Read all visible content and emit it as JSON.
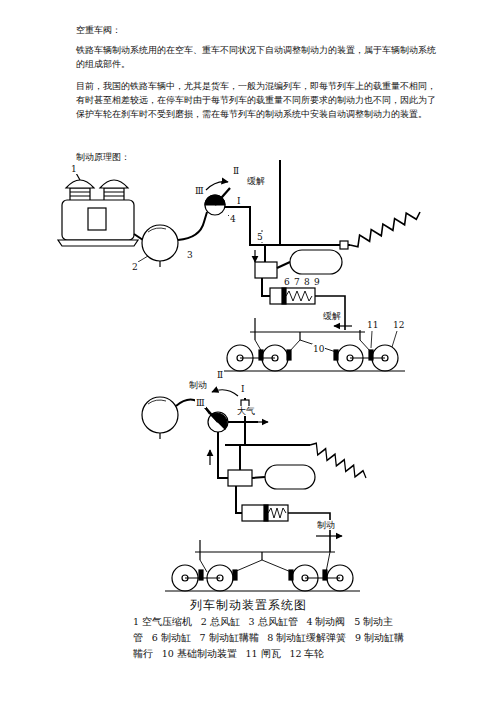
{
  "diagram": {
    "title": "空重车阀：",
    "caption": "列车制动装置系统图",
    "labels": [
      "铁路车辆制动系统用的在空车、重车不同状况下自动调整制动力的装置，属于车辆制动系统的组成部件。",
      "目前，我国的铁路车辆中，尤其是货车，一般为混编列车，即每节列车上的载重量不相同，有时甚至相差较远，在停车时由于每节列车的载重量不同所要求的制动力也不同，因此为了保护车轮在刹车时不受到磨损，需在每节列车的制动系统中安装自动调整制动力的装置。",
      "制动原理图：",
      "1",
      "Ⅱ",
      "缓解",
      "Ⅲ",
      "Ⅰ",
      "4",
      "2",
      "3",
      "5",
      "6",
      "7",
      "8",
      "9",
      "缓解",
      "10",
      "11",
      "12",
      "制动",
      "Ⅱ",
      "Ⅲ",
      "Ⅰ",
      "大气",
      "制动",
      "1 空气压缩机",
      "2 总风缸",
      "3 总风缸管",
      "4 制动阀",
      "5 制动主管",
      "6 制动缸",
      "7 制动缸鞲鞴",
      "8 制动缸缓解弹簧",
      "9 制动缸鞲鞴行",
      "10 基础制动装置",
      "11 闸瓦",
      "12 车轮"
    ]
  }
}
